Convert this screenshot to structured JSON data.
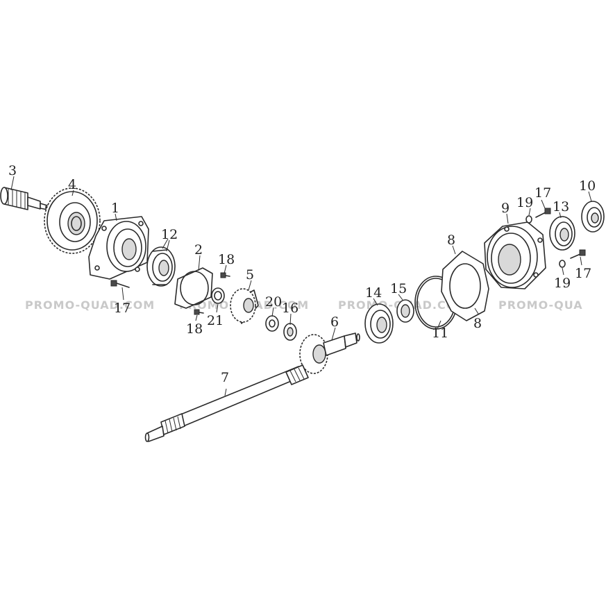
{
  "watermarks": [
    "PROMO-QUAD.COM",
    "PROMO-QUAD.COM",
    "PROMO-QUAD.COM",
    "PROMO-QUA"
  ],
  "callouts": {
    "c1": "1",
    "c2": "2",
    "c3": "3",
    "c4": "4",
    "c5": "5",
    "c6": "6",
    "c7": "7",
    "c8a": "8",
    "c8b": "8",
    "c9": "9",
    "c10": "10",
    "c11": "11",
    "c12": "12",
    "c13": "13",
    "c14": "14",
    "c15": "15",
    "c16": "16",
    "c17a": "17",
    "c17b": "17",
    "c17c": "17",
    "c18a": "18",
    "c18b": "18",
    "c19a": "19",
    "c19b": "19",
    "c20": "20",
    "c21": "21"
  }
}
